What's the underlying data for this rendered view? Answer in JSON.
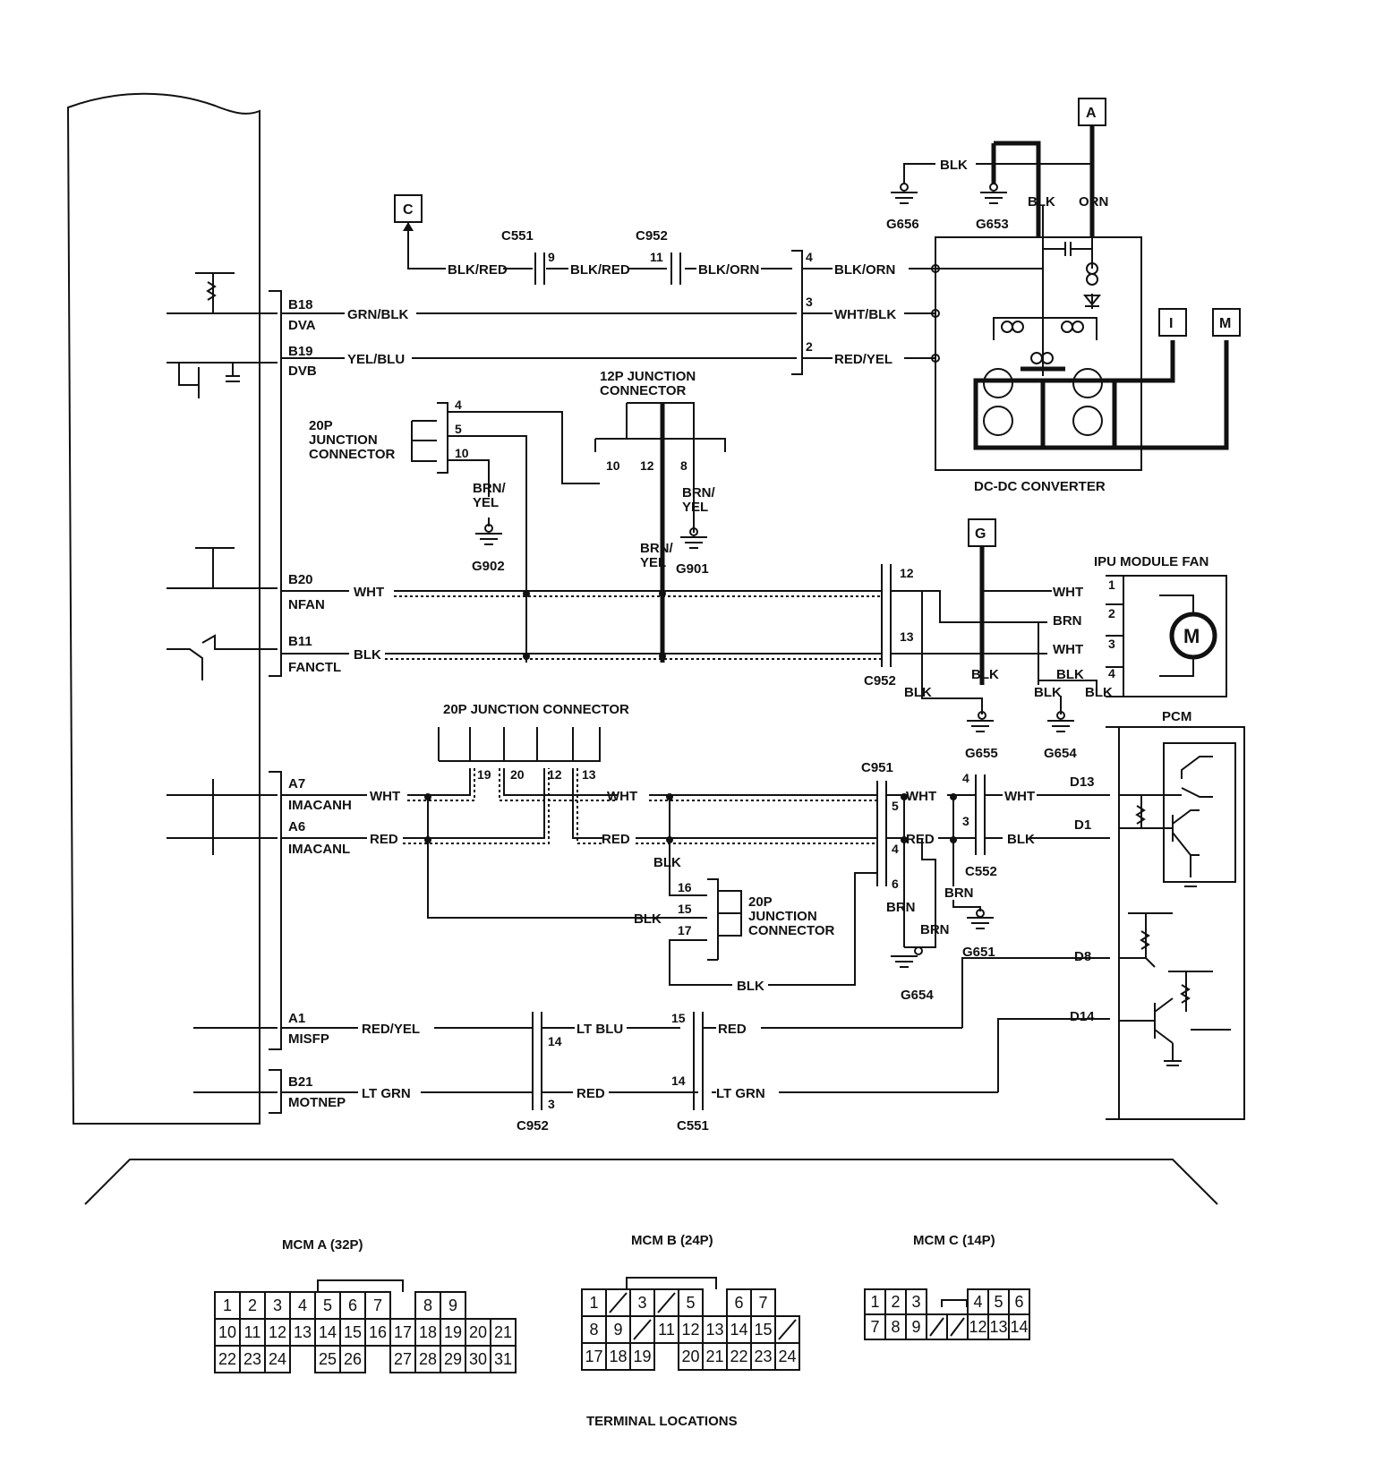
{
  "refs": {
    "A": "A",
    "C": "C",
    "G": "G",
    "I": "I",
    "M": "M"
  },
  "grounds": {
    "g656": "G656",
    "g653": "G653",
    "g902": "G902",
    "g901": "G901",
    "g655": "G655",
    "g654a": "G654",
    "g654b": "G654",
    "g651": "G651"
  },
  "connectors": {
    "c551_top": "C551",
    "c952_top": "C952",
    "c952_fan": "C952",
    "c951": "C951",
    "c552": "C552",
    "c952_bot": "C952",
    "c551_bot": "C551"
  },
  "components": {
    "junction12p": "12P JUNCTION\nCONNECTOR",
    "junction20p_a": "20P\nJUNCTION\nCONNECTOR",
    "junction20p_b": "20P JUNCTION CONNECTOR",
    "junction20p_c": "20P\nJUNCTION\nCONNECTOR",
    "dcdc": "DC-DC CONVERTER",
    "ipu_fan": "IPU MODULE FAN",
    "pcm": "PCM",
    "motor": "M"
  },
  "terminals": {
    "b18": "B18",
    "dva": "DVA",
    "b19": "B19",
    "dvb": "DVB",
    "b20": "B20",
    "nfan": "NFAN",
    "b11": "B11",
    "fanctl": "FANCTL",
    "a7": "A7",
    "imacanh": "IMACANH",
    "a6": "A6",
    "imacanl": "IMACANL",
    "a1": "A1",
    "misfp": "MISFP",
    "b21": "B21",
    "motnep": "MOTNEP",
    "d13": "D13",
    "d1": "D1",
    "d8": "D8",
    "d14": "D14"
  },
  "wires": {
    "blk": "BLK",
    "orn": "ORN",
    "blk_red": "BLK/RED",
    "blk_orn": "BLK/ORN",
    "grn_blk": "GRN/BLK",
    "wht_blk": "WHT/BLK",
    "yel_blu": "YEL/BLU",
    "red_yel": "RED/YEL",
    "brn_yel": "BRN/\nYEL",
    "wht": "WHT",
    "brn": "BRN",
    "red": "RED",
    "lt_blu": "LT BLU",
    "lt_grn": "LT GRN"
  },
  "pins": {
    "p9": "9",
    "p11": "11",
    "p4": "4",
    "p3": "3",
    "p2": "2",
    "p5": "5",
    "p10": "10",
    "p12": "12",
    "p8": "8",
    "p13": "13",
    "p1": "1",
    "p19": "19",
    "p20": "20",
    "p16": "16",
    "p15": "15",
    "p17": "17",
    "p6": "6",
    "p14": "14"
  },
  "terminal_locations": {
    "title": "TERMINAL LOCATIONS",
    "mcm_a": {
      "title": "MCM A (32P)",
      "rows": [
        [
          "1",
          "2",
          "3",
          "4",
          "5",
          "6",
          "7",
          "",
          "8",
          "9"
        ],
        [
          "10",
          "11",
          "12",
          "13",
          "14",
          "15",
          "16",
          "17",
          "18",
          "19",
          "20",
          "21"
        ],
        [
          "22",
          "23",
          "24",
          "",
          "25",
          "26",
          "",
          "27",
          "28",
          "29",
          "30",
          "31"
        ]
      ]
    },
    "mcm_b": {
      "title": "MCM B (24P)",
      "rows": [
        [
          "1",
          "/",
          "3",
          "/",
          "5",
          "",
          "6",
          "7"
        ],
        [
          "8",
          "9",
          "/",
          "11",
          "12",
          "13",
          "14",
          "15",
          "/"
        ],
        [
          "17",
          "18",
          "19",
          "",
          "20",
          "21",
          "22",
          "23",
          "24"
        ]
      ]
    },
    "mcm_c": {
      "title": "MCM C (14P)",
      "rows": [
        [
          "1",
          "2",
          "3",
          "",
          "",
          "4",
          "5",
          "6"
        ],
        [
          "7",
          "8",
          "9",
          "/",
          "/",
          "12",
          "13",
          "14"
        ]
      ]
    }
  }
}
